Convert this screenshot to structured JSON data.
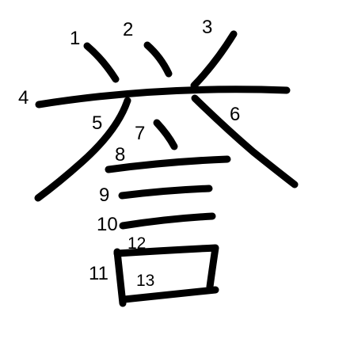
{
  "stroke_color": "#000000",
  "background_color": "#ffffff",
  "strokes": [
    {
      "number": "1"
    },
    {
      "number": "2"
    },
    {
      "number": "3"
    },
    {
      "number": "4"
    },
    {
      "number": "5"
    },
    {
      "number": "6"
    },
    {
      "number": "7"
    },
    {
      "number": "8"
    },
    {
      "number": "9"
    },
    {
      "number": "10"
    },
    {
      "number": "11"
    },
    {
      "number": "12"
    },
    {
      "number": "13"
    }
  ]
}
